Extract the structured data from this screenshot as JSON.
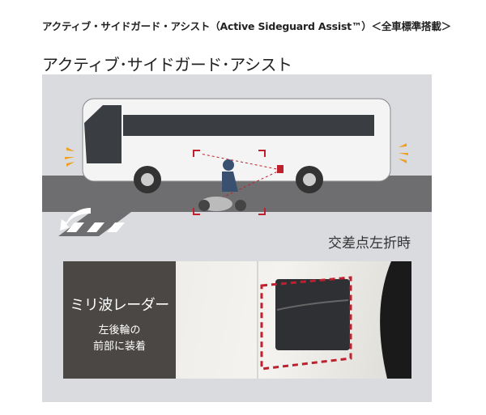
{
  "header": {
    "text": "アクティブ・サイドガード・アシスト（Active Sideguard Assist™）＜全車標準搭載＞"
  },
  "title": "アクティブ･サイドガード･アシスト",
  "scene": {
    "caption": "交差点左折時"
  },
  "radar": {
    "title": "ミリ波レーダー",
    "line1": "左後輪の",
    "line2": "前部に装着"
  },
  "colors": {
    "accent": "#c0202e",
    "panel": "#d9dbde",
    "label_bg": "#4a4745"
  }
}
